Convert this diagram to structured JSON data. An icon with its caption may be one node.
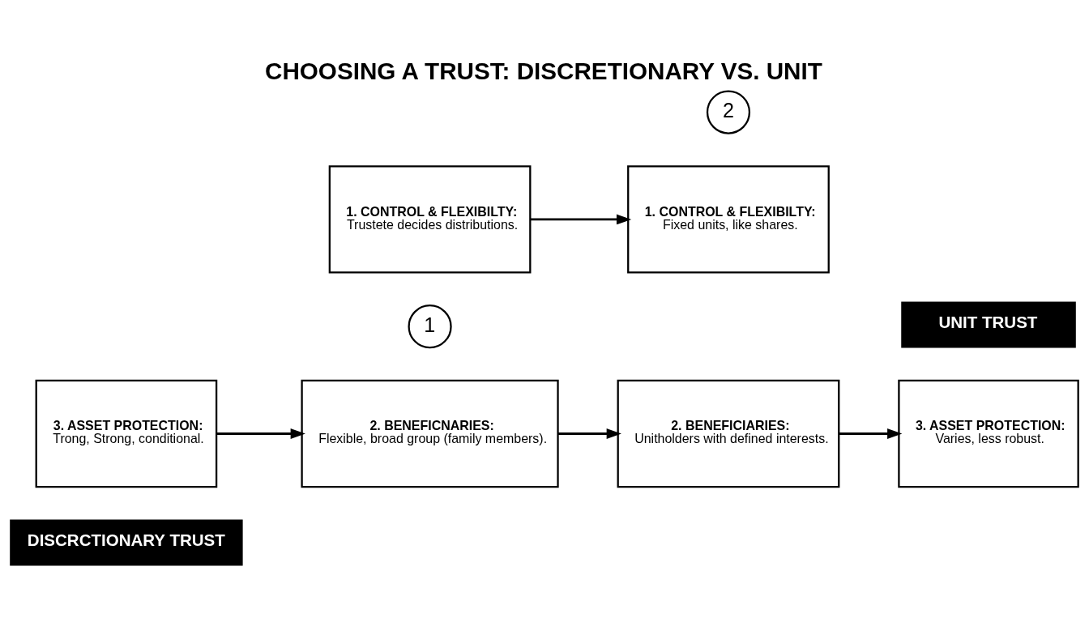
{
  "diagram": {
    "title": "CHOOSING A TRUST: DISCRETIONARY VS. UNIT",
    "nodes": [
      {
        "text": [
          "DISCRCTIONARY TRUST"
        ]
      },
      {
        "text": [
          "3. ASSET PROTECTION:",
          "Trong, Strong, conditional."
        ]
      },
      {
        "text": [
          "1"
        ]
      },
      {
        "text": [
          "1. CONTROL & FLEXIBILTY:",
          "Trustete decides distributions."
        ]
      },
      {
        "text": [
          "2. BENEFICNARIES:",
          "Flexible, broad group (family members)."
        ]
      },
      {
        "text": [
          "2"
        ]
      },
      {
        "text": [
          "1. CONTROL & FLEXIBILTY:",
          "Fixed units, like shares."
        ]
      },
      {
        "text": [
          "2. BENEFICIARIES:",
          "Unitholders with defined interests."
        ]
      },
      {
        "text": [
          "UNIT TRUST"
        ]
      },
      {
        "text": [
          "3. ASSET PROTECTION:",
          "Varies, less robust."
        ]
      }
    ],
    "edges": [
      {
        "from": 1,
        "to": 4,
        "arrow": "to"
      },
      {
        "from": 3,
        "to": 6,
        "arrow": "to"
      },
      {
        "from": 4,
        "to": 7,
        "arrow": "to"
      },
      {
        "from": 7,
        "to": 9,
        "arrow": "to"
      }
    ]
  }
}
